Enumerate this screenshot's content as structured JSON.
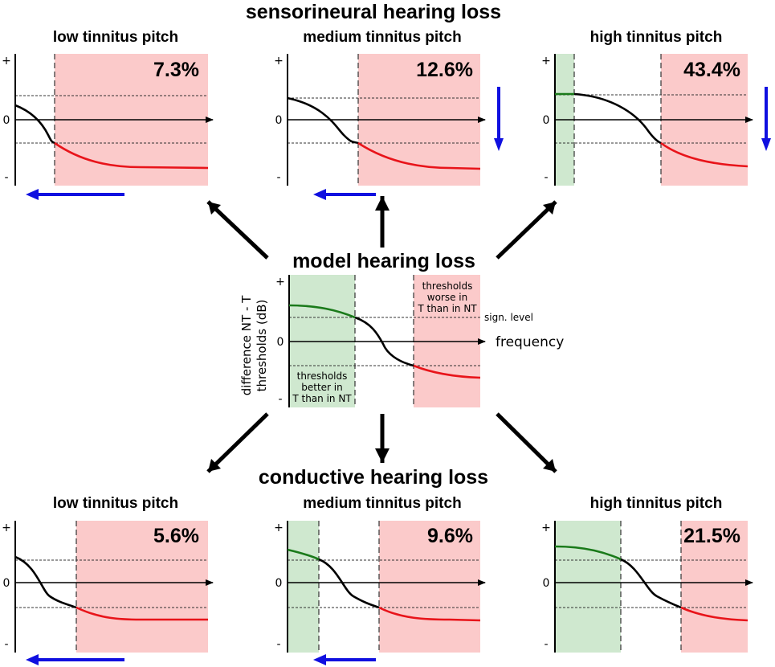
{
  "headers": {
    "sensorineural": "sensorineural hearing loss",
    "model": "model hearing loss",
    "conductive": "conductive hearing loss"
  },
  "axis_ticks": {
    "plus": "+",
    "zero": "0",
    "minus": "-"
  },
  "model": {
    "ylabel_line1": "difference NT - T",
    "ylabel_line2": "thresholds (dB)",
    "xlabel": "frequency",
    "sign_level": "sign. level",
    "worse_text": [
      "thresholds",
      "worse in",
      "T than in NT"
    ],
    "better_text": [
      "thresholds",
      "better in",
      "T than in NT"
    ]
  },
  "panels": [
    {
      "id": "s-low",
      "title": "low tinnitus pitch",
      "percent": "7.3%",
      "group": "sensorineural"
    },
    {
      "id": "s-med",
      "title": "medium tinnitus pitch",
      "percent": "12.6%",
      "group": "sensorineural"
    },
    {
      "id": "s-high",
      "title": "high tinnitus pitch",
      "percent": "43.4%",
      "group": "sensorineural"
    },
    {
      "id": "c-low",
      "title": "low tinnitus pitch",
      "percent": "5.6%",
      "group": "conductive"
    },
    {
      "id": "c-med",
      "title": "medium tinnitus pitch",
      "percent": "9.6%",
      "group": "conductive"
    },
    {
      "id": "c-high",
      "title": "high tinnitus pitch",
      "percent": "21.5%",
      "group": "conductive"
    }
  ],
  "colors": {
    "green_zone": "#cfe8cf",
    "red_zone": "#fbcaca",
    "worse_curve": "#e8141a",
    "better_curve": "#1a7a1a",
    "neutral_curve": "#000000",
    "shift_arrow": "#1010e0"
  }
}
